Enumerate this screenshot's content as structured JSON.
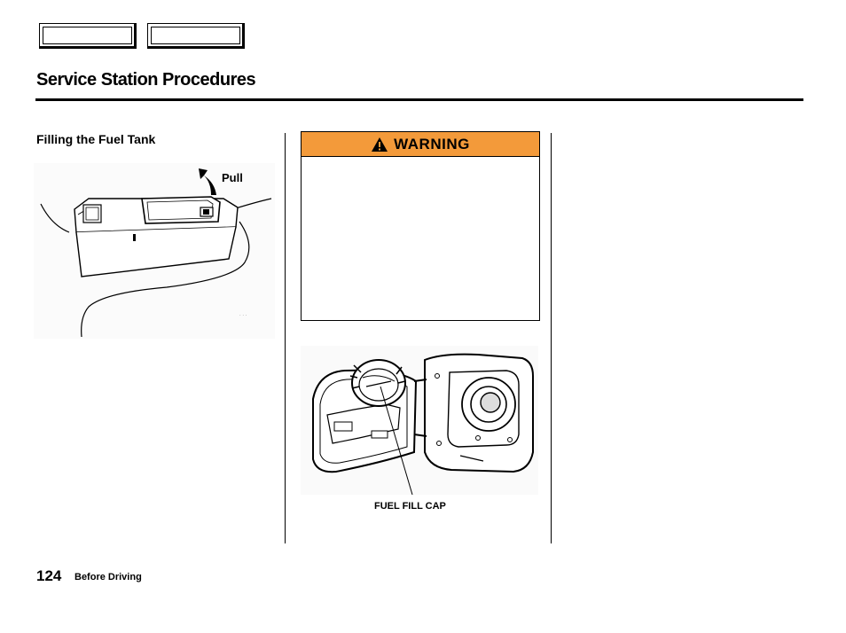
{
  "nav": {
    "prev_label": "",
    "next_label": ""
  },
  "page": {
    "title": "Service Station Procedures",
    "section_heading": "Filling the Fuel Tank",
    "number": "124",
    "section_name": "Before Driving"
  },
  "illustration_left": {
    "callout": "Pull",
    "icon": "fuel-door-release-illustration"
  },
  "warning": {
    "label": "WARNING",
    "icon": "warning-triangle-icon",
    "header_color": "#f39a3a",
    "body": ""
  },
  "illustration_right": {
    "callout": "FUEL FILL CAP",
    "icon": "fuel-fill-cap-illustration"
  }
}
